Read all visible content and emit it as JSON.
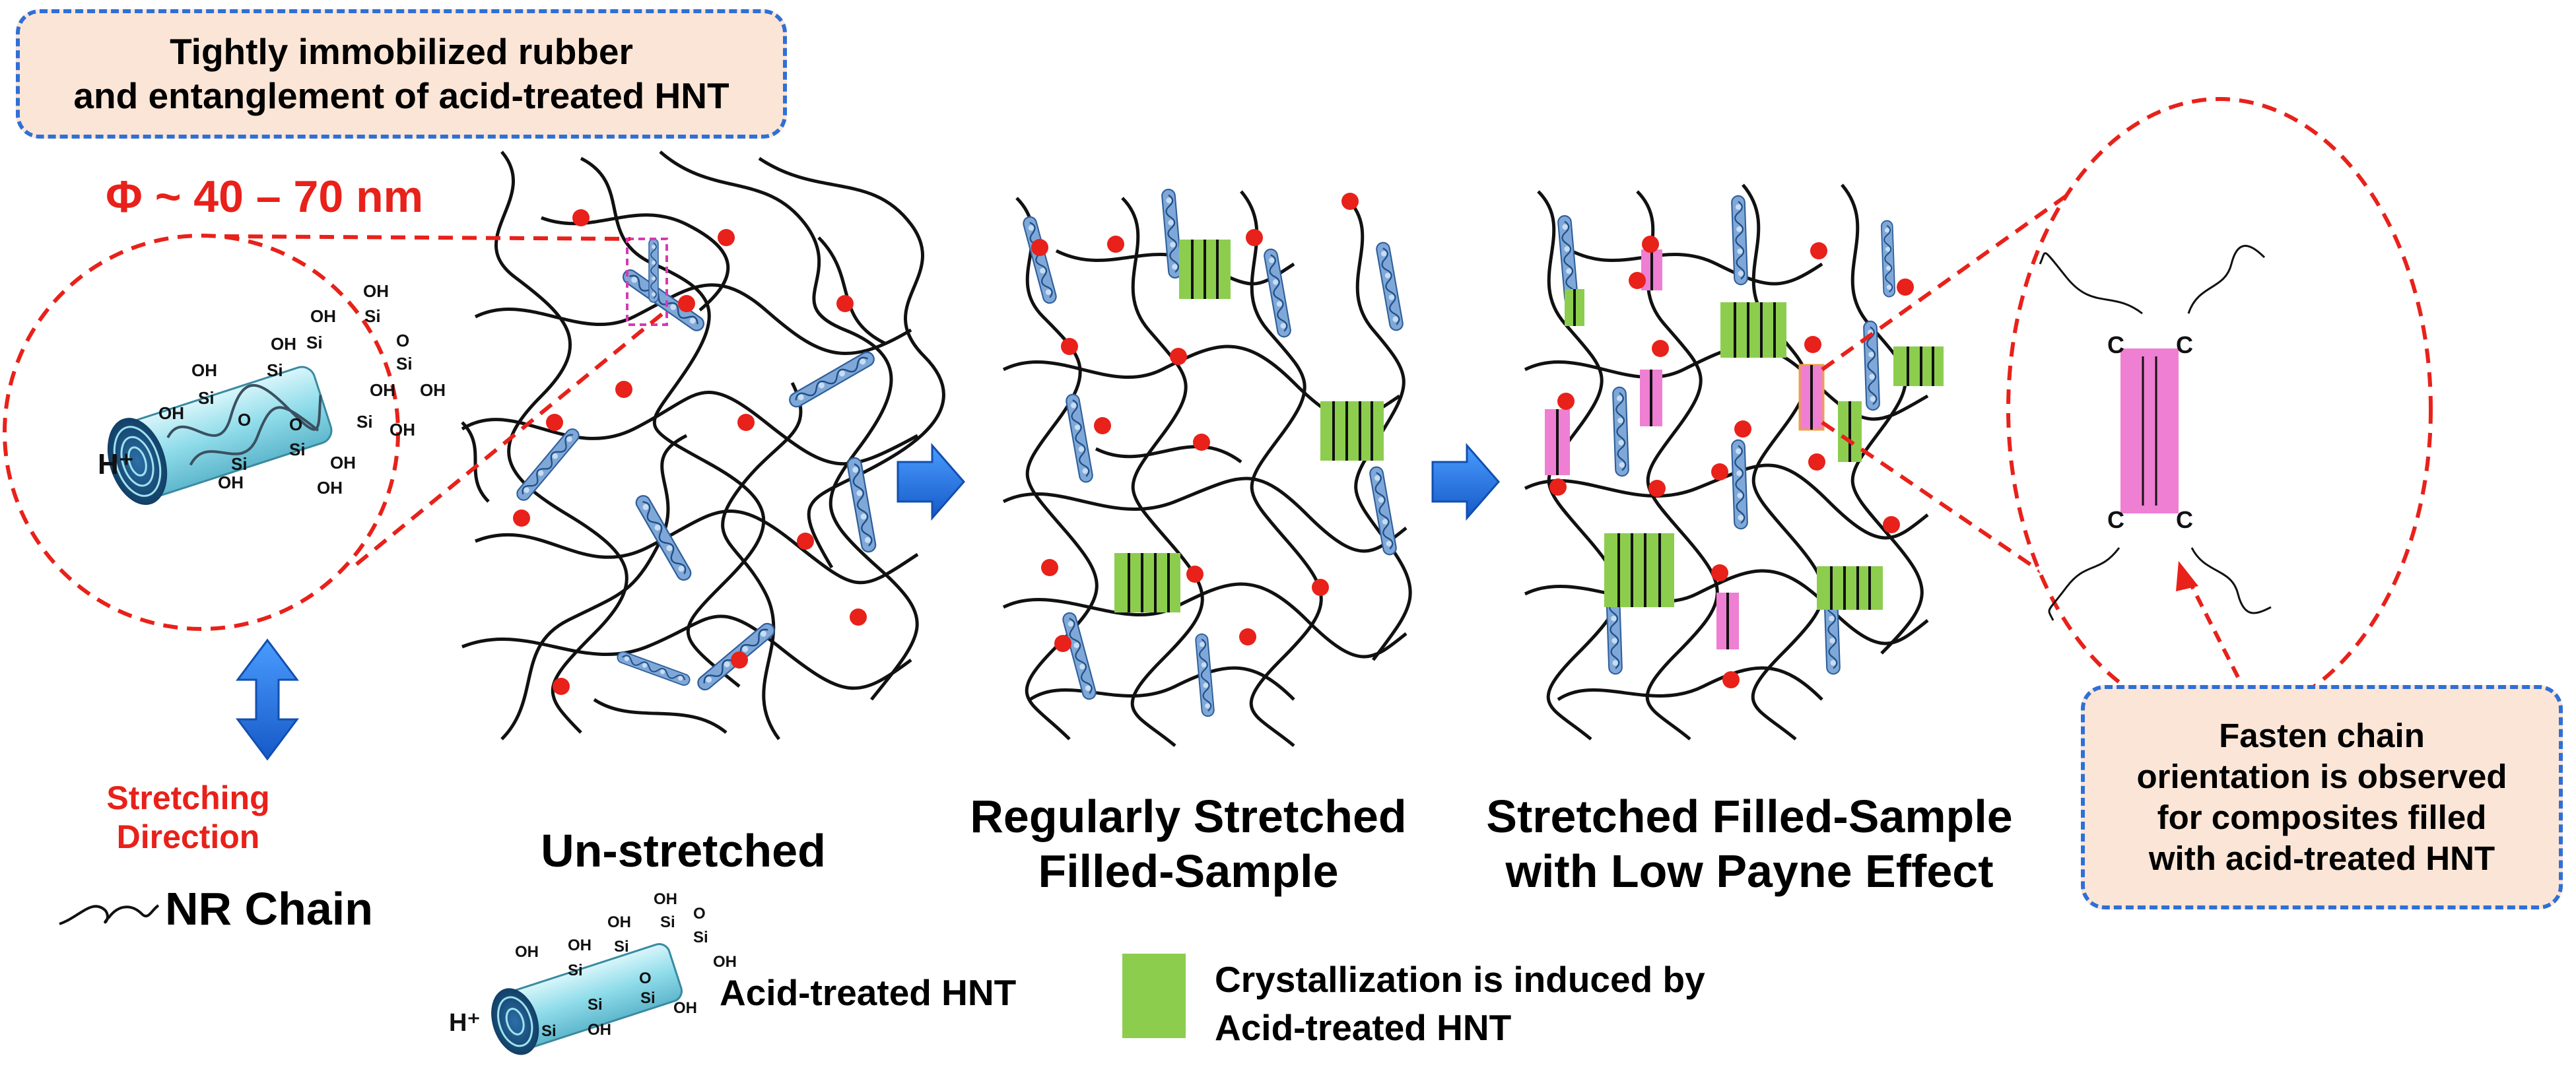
{
  "callouts": {
    "top": "Tightly immobilized rubber\nand entanglement of acid-treated HNT",
    "right": "Fasten chain\norientation is observed\nfor composites filled\nwith acid-treated HNT"
  },
  "labels": {
    "diameter": "Φ ~ 40 – 70 nm",
    "unstretched": "Un-stretched",
    "regular": "Regularly Stretched\nFilled-Sample",
    "low_payne": "Stretched Filled-Sample\nwith Low Payne Effect",
    "stretching_direction": "Stretching\nDirection",
    "nr_chain": "NR Chain",
    "acid_hnt": "Acid-treated HNT",
    "crystallization": "Crystallization is induced by\nAcid-treated HNT"
  },
  "chem": {
    "proton": "H⁺",
    "oh": "OH",
    "si": "Si",
    "o": "O",
    "c": "C"
  },
  "colors": {
    "red": "#e8211a",
    "blue_arrow": "#1f6fe0",
    "crystal_green": "#8ccd4e",
    "oriented_pink": "#ee7fd2",
    "callout_fill": "#fbe5d6",
    "callout_border": "#2f6fd6",
    "hnt_tube": "#8fdcea"
  }
}
